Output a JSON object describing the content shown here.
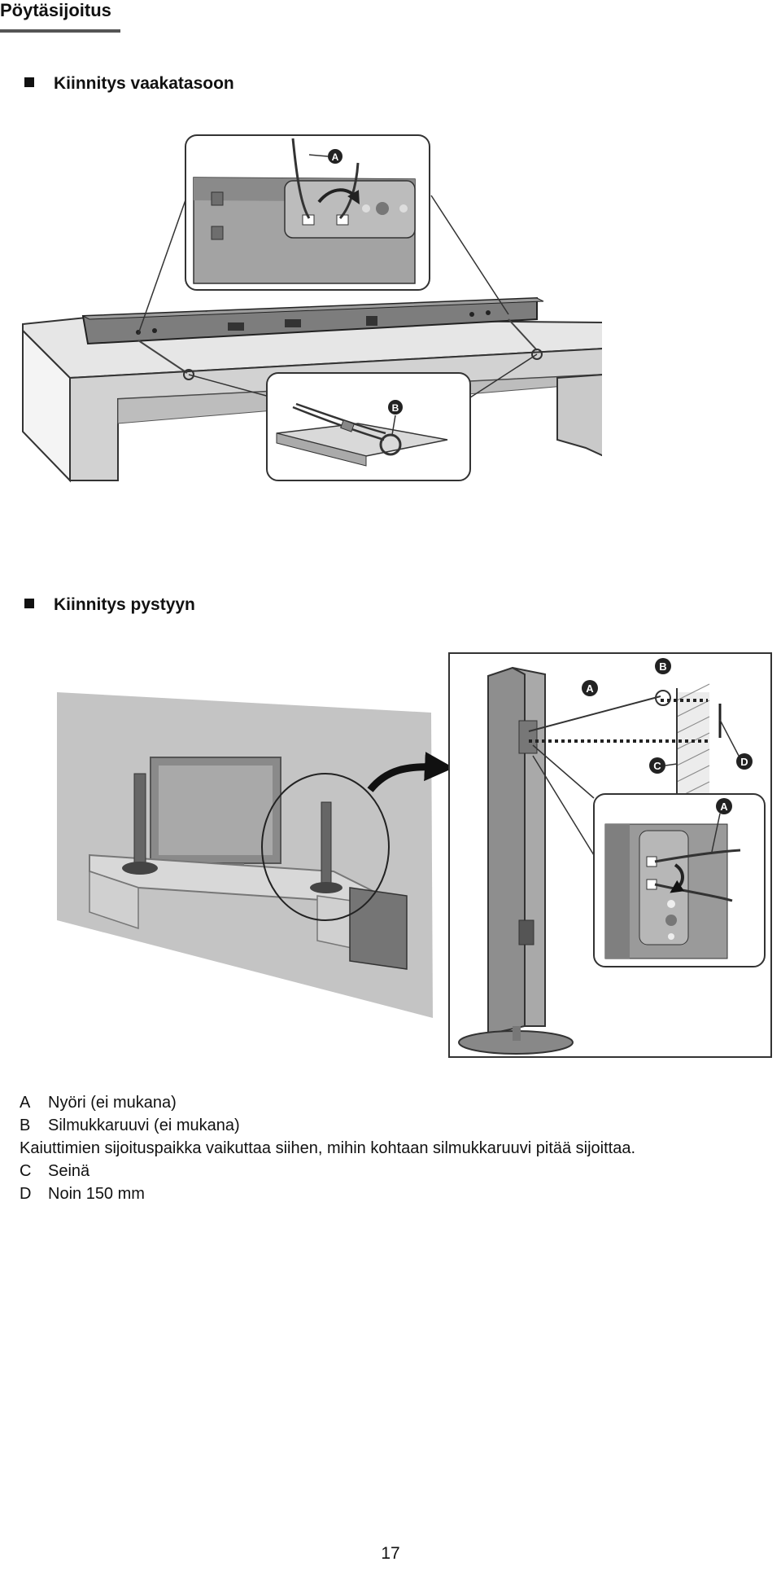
{
  "page": {
    "title": "Pöytäsijoitus",
    "sections": [
      {
        "heading": "Kiinnitys vaakatasoon"
      },
      {
        "heading": "Kiinnitys pystyyn"
      }
    ],
    "callouts": {
      "a": "A",
      "b": "B",
      "c": "C",
      "d": "D"
    },
    "legend": [
      {
        "key": "A",
        "text": "Nyöri (ei mukana)"
      },
      {
        "key": "B",
        "text": "Silmukkaruuvi (ei mukana)",
        "note": "Kaiuttimien sijoituspaikka vaikuttaa siihen, mihin kohtaan silmukkaruuvi pitää sijoittaa."
      },
      {
        "key": "C",
        "text": "Seinä"
      },
      {
        "key": "D",
        "text": "Noin 150 mm"
      }
    ],
    "page_number": "17",
    "icons": [
      "bullet-square-icon",
      "rotate-arrow-icon",
      "curved-arrow-icon",
      "dimension-arrow-icon"
    ]
  }
}
